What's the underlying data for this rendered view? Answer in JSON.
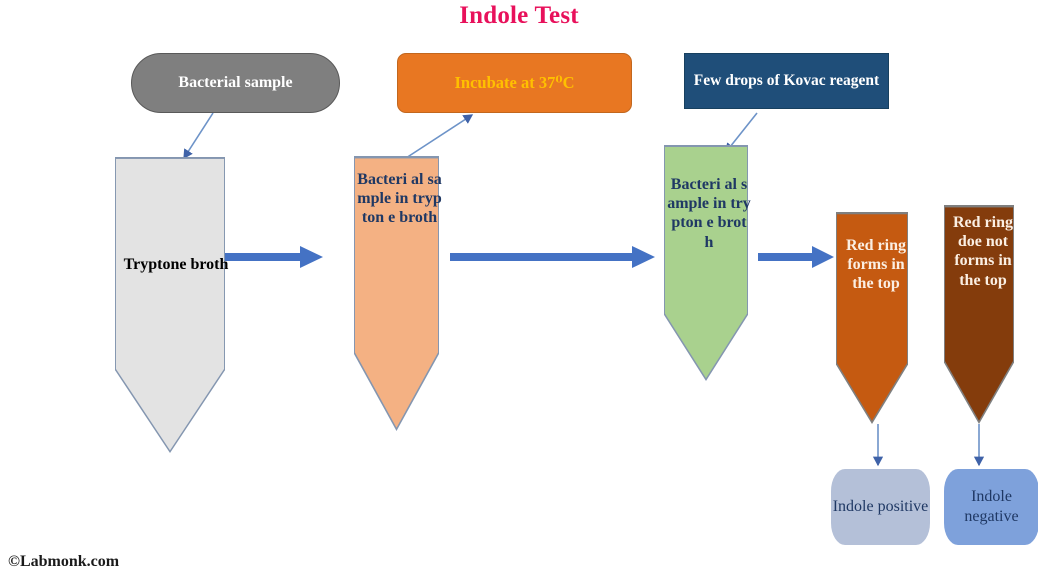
{
  "title": "Indole Test",
  "title_color": "#E8115B",
  "footer": "©Labmonk.com",
  "top_boxes": {
    "bacterial_sample": {
      "label": "Bacterial sample",
      "fill": "#7F7F7F",
      "text_color": "#FFFFFF"
    },
    "incubate": {
      "label": "Incubate at 37⁰C",
      "fill": "#E87722",
      "text_color": "#FFC000"
    },
    "kovac": {
      "label": "Few drops of Kovac reagent",
      "fill": "#1F4E79",
      "text_color": "#FFFFFF"
    }
  },
  "tubes": [
    {
      "id": "tryptone-broth",
      "label": "Tryptone broth",
      "fill": "#E3E3E3",
      "stroke": "#8496B0",
      "text_color": "#000000"
    },
    {
      "id": "bacterial-sample-in-tryptone-broth",
      "label": "Bacteri al sample in trypton e broth",
      "fill": "#F4B183",
      "stroke": "#8496B0",
      "text_color": "#1F3864"
    },
    {
      "id": "bacterial-sample-in-tryptone-broth-after-incubation",
      "label": "Bacteri al sample in trypton e broth",
      "fill": "#A9D18E",
      "stroke": "#8496B0",
      "text_color": "#1F3864"
    },
    {
      "id": "red-ring-forms",
      "label": "Red ring forms in the top",
      "fill": "#C55A11",
      "stroke": "#7F7F7F",
      "text_color": "#FBEFE3"
    },
    {
      "id": "red-ring-does-not-form",
      "label": "Red ring doe not forms in the top",
      "fill": "#843C0C",
      "stroke": "#7F7F7F",
      "text_color": "#FBEFE3"
    }
  ],
  "results": {
    "positive": {
      "label": "Indole positive",
      "fill": "#B4C0D8",
      "text_color": "#1F3864"
    },
    "negative": {
      "label": "Indole negative",
      "fill": "#7EA1DB",
      "text_color": "#1F3864"
    }
  },
  "arrows": {
    "flow_color": "#4472C4",
    "connector_color": "#6D93C8",
    "count_block": 3,
    "count_connector": 4
  }
}
